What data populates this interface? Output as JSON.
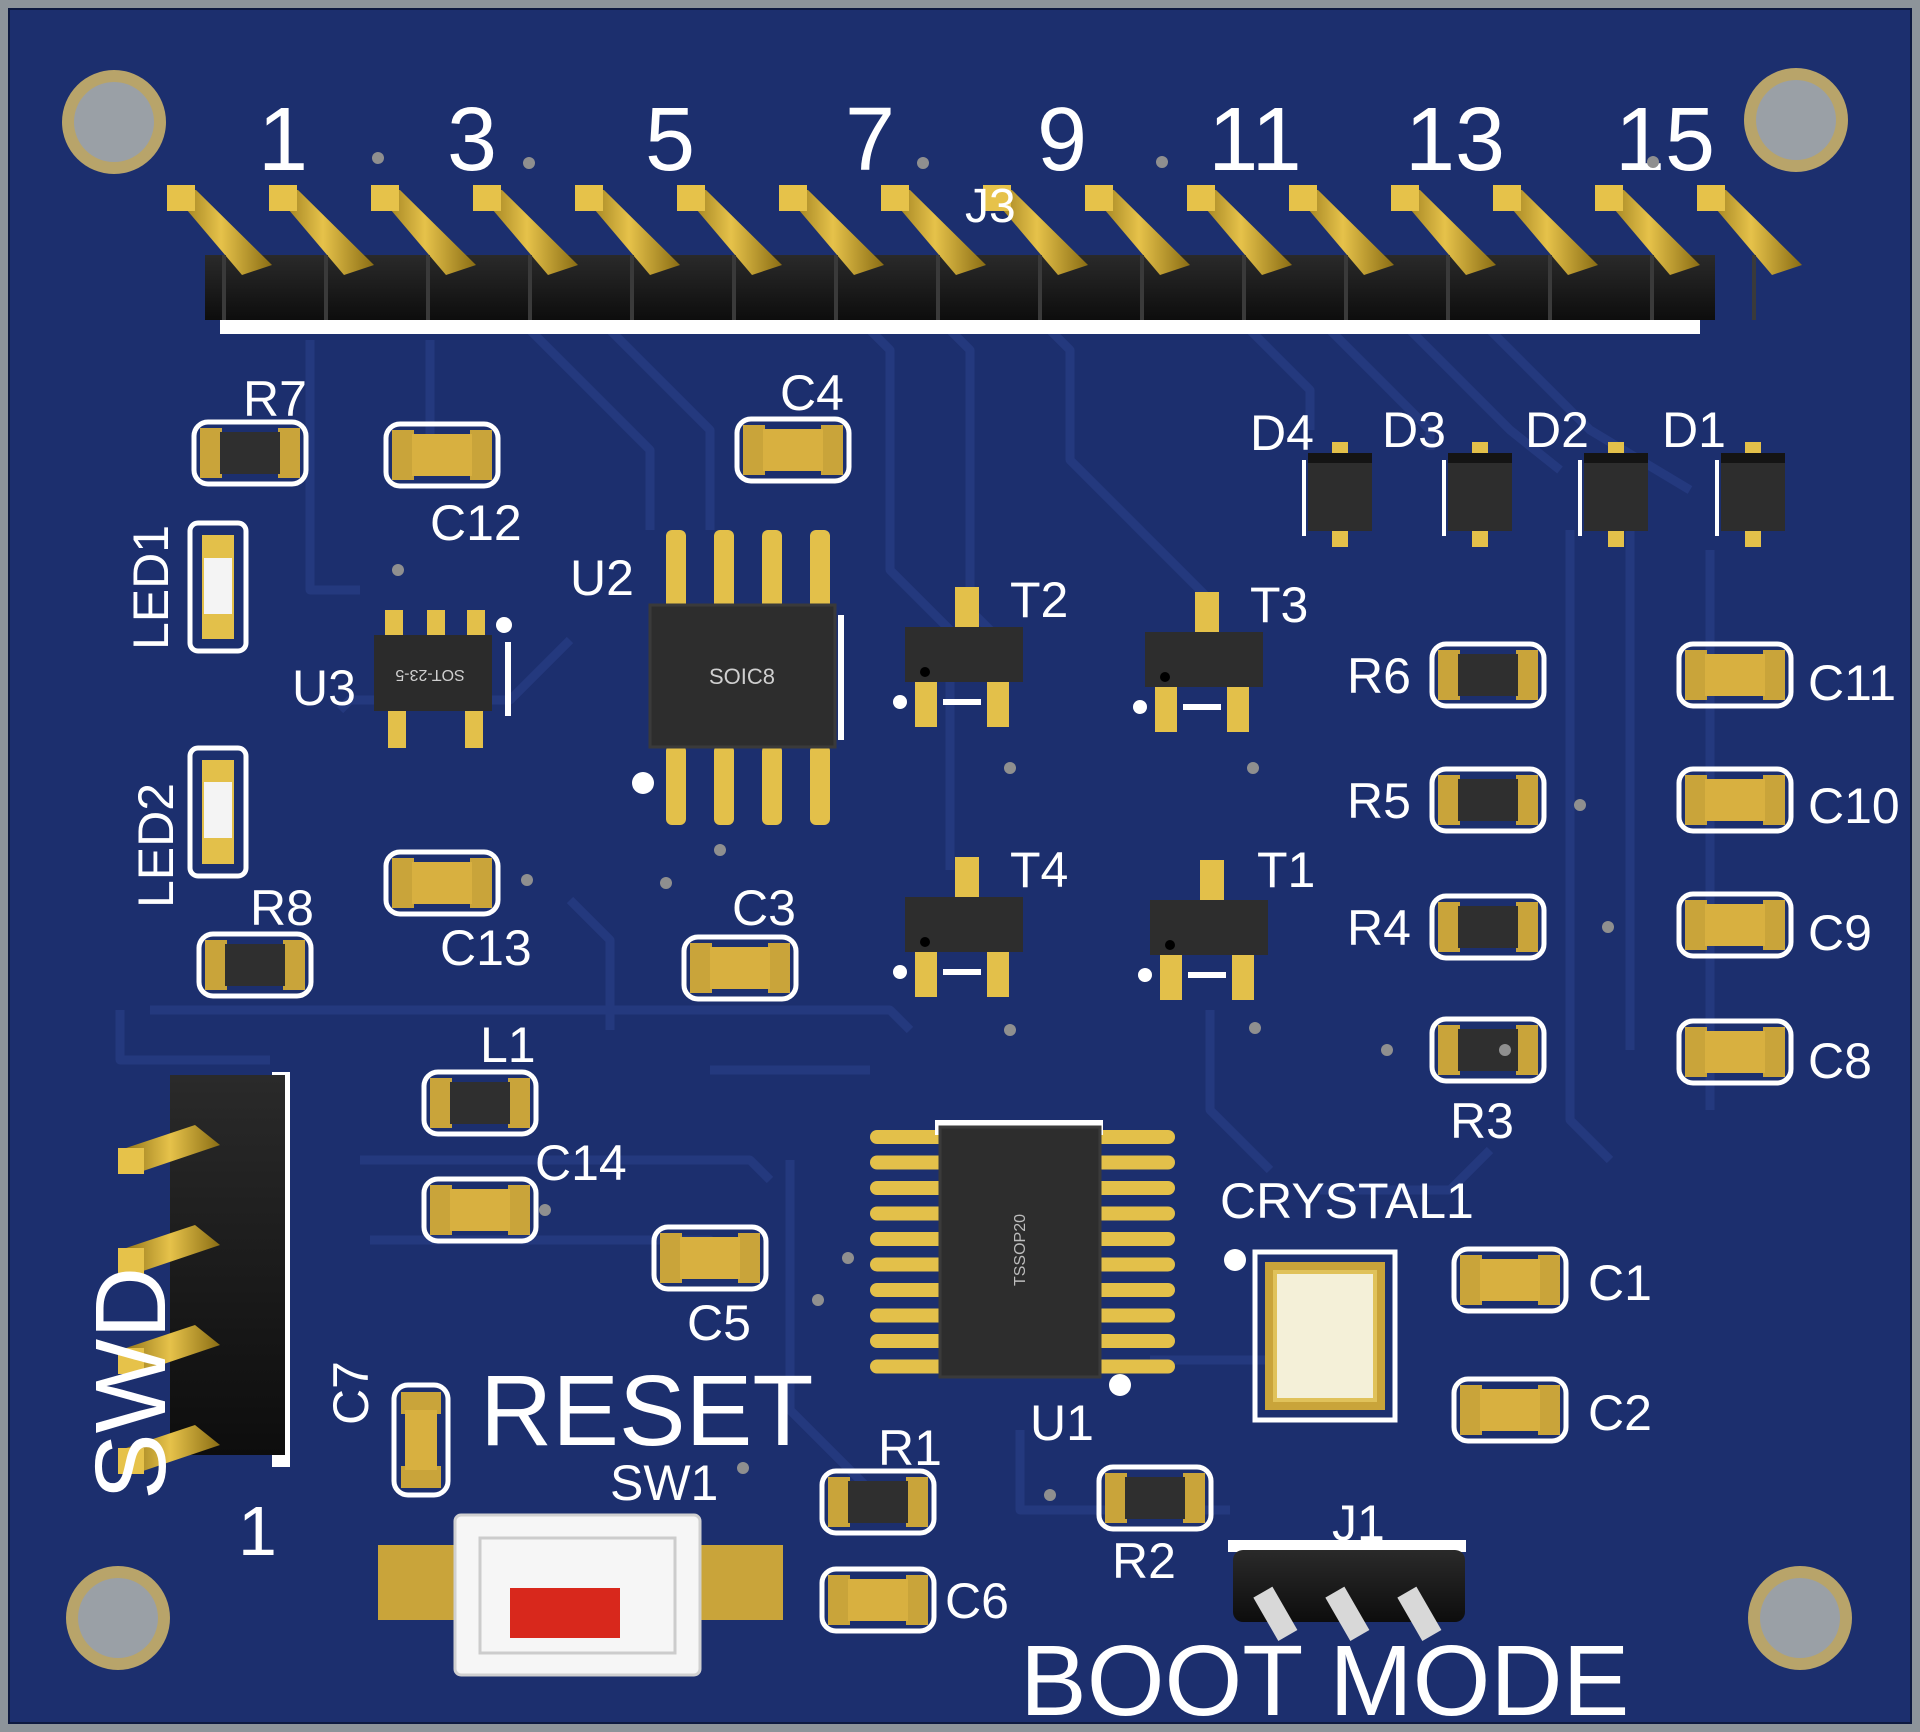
{
  "board": {
    "header_pin_numbers": [
      "1",
      "3",
      "5",
      "7",
      "9",
      "11",
      "13",
      "15"
    ],
    "header_ref": "J3",
    "refs": {
      "r7": "R7",
      "r8": "R8",
      "r6": "R6",
      "r5": "R5",
      "r4": "R4",
      "r3": "R3",
      "r2": "R2",
      "r1": "R1",
      "c1": "C1",
      "c2": "C2",
      "c3": "C3",
      "c4": "C4",
      "c5": "C5",
      "c6": "C6",
      "c7": "C7",
      "c8": "C8",
      "c9": "C9",
      "c10": "C10",
      "c11": "C11",
      "c12": "C12",
      "c13": "C13",
      "c14": "C14",
      "led1": "LED1",
      "led2": "LED2",
      "u1": "U1",
      "u2": "U2",
      "u3": "U3",
      "t1": "T1",
      "t2": "T2",
      "t3": "T3",
      "t4": "T4",
      "d1": "D1",
      "d2": "D2",
      "d3": "D3",
      "d4": "D4",
      "l1": "L1",
      "sw1": "SW1",
      "j1": "J1",
      "crystal": "CRYSTAL1"
    },
    "package_marks": {
      "u2": "SOIC8",
      "u1": "TSSOP20",
      "u3": "SOT-23-5"
    },
    "labels": {
      "swd": "SWD",
      "swd_pin1": "1",
      "reset": "RESET",
      "boot_mode": "BOOT MODE"
    },
    "colors": {
      "pcb": "#1c2f6e",
      "silkscreen": "#ffffff",
      "copper": "#c9a43a",
      "button": "#d8281c"
    }
  }
}
